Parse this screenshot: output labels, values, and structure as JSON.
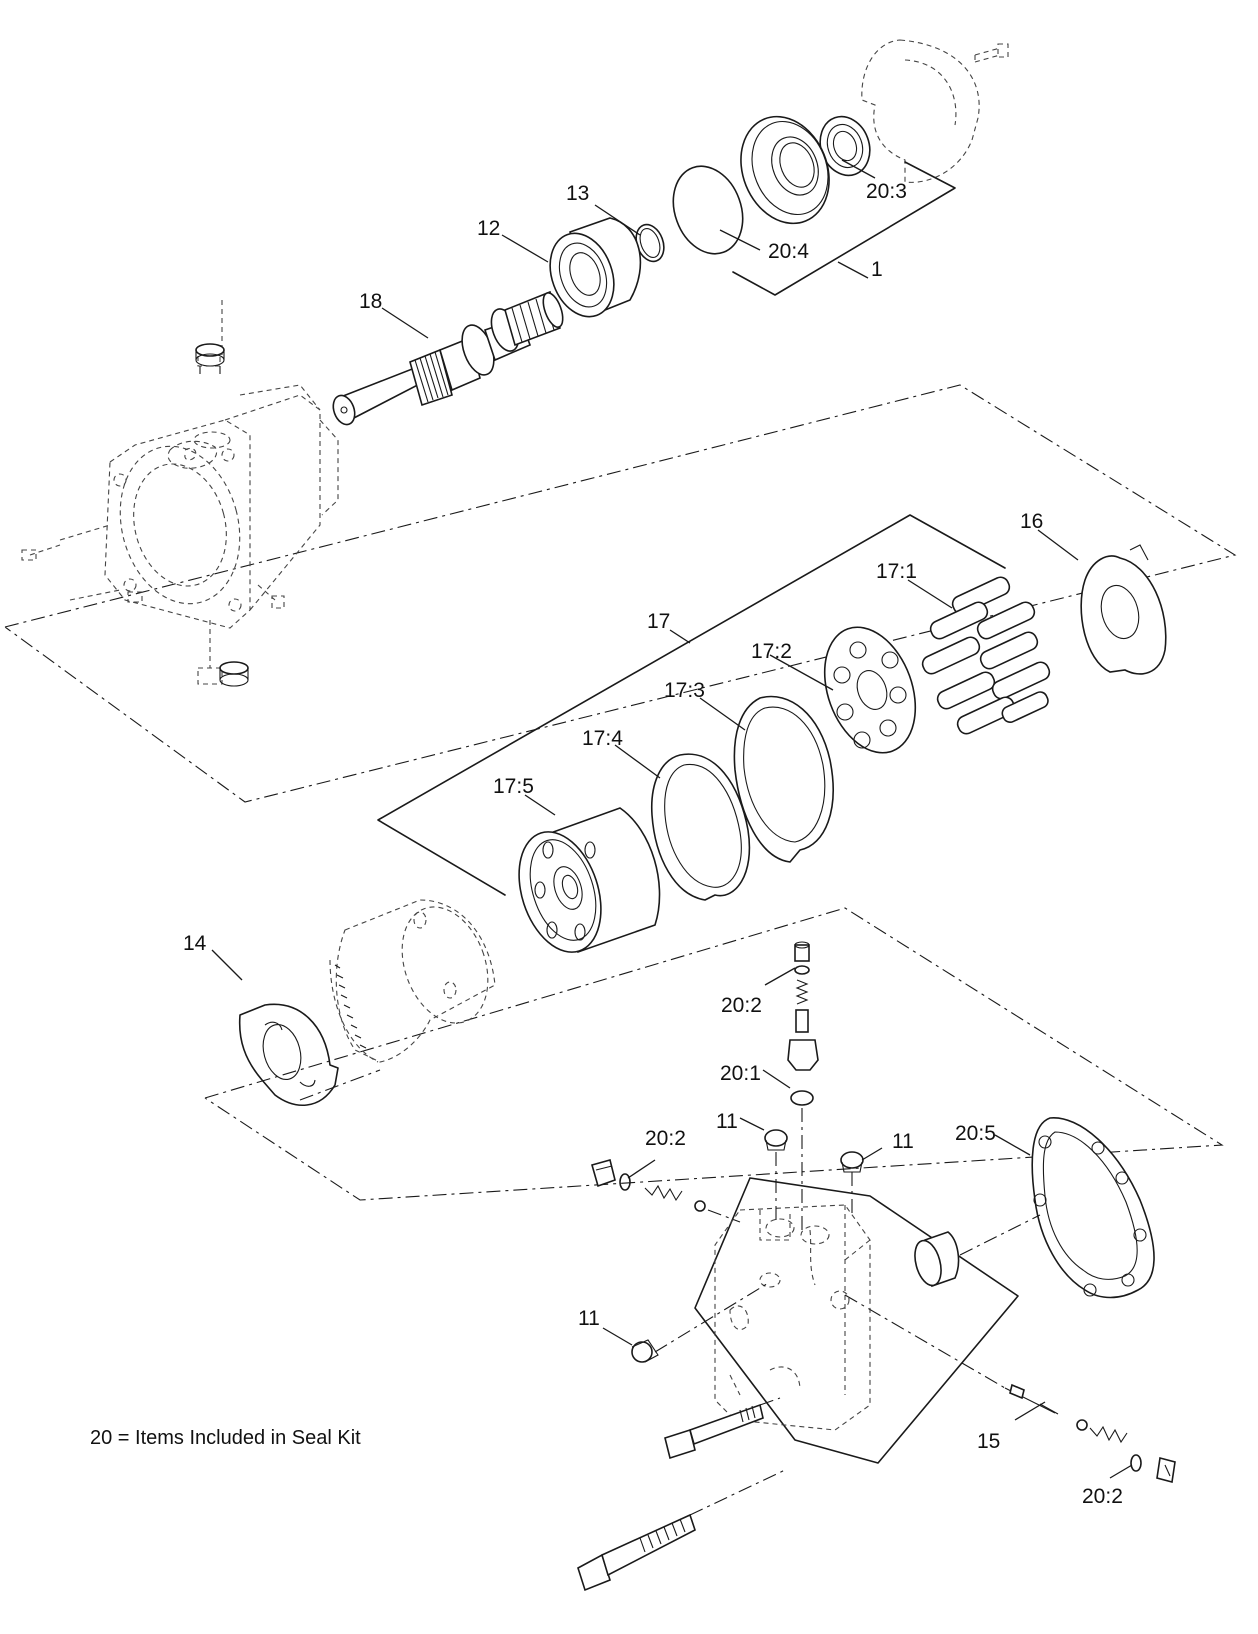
{
  "labels": {
    "l1": "1",
    "l11a": "11",
    "l11b": "11",
    "l11c": "11",
    "l12": "12",
    "l13": "13",
    "l14": "14",
    "l15": "15",
    "l16": "16",
    "l17": "17",
    "l17_1": "17:1",
    "l17_2": "17:2",
    "l17_3": "17:3",
    "l17_4": "17:4",
    "l17_5": "17:5",
    "l18": "18",
    "l20_1": "20:1",
    "l20_2a": "20:2",
    "l20_2b": "20:2",
    "l20_2c": "20:2",
    "l20_3": "20:3",
    "l20_4": "20:4",
    "l20_5": "20:5"
  },
  "note": "20 = Items Included in Seal Kit"
}
